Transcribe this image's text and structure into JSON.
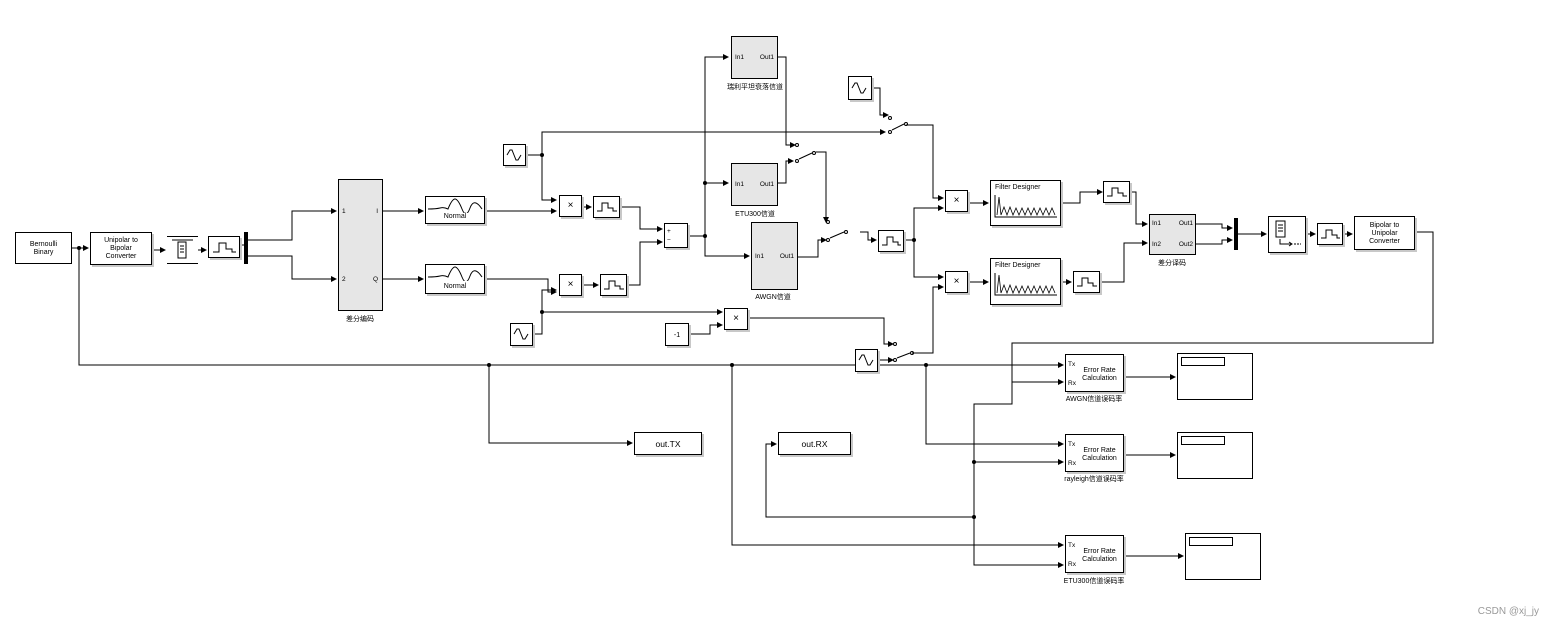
{
  "blocks": {
    "bernoulli": "Bernoulli\nBinary",
    "unipolar_to_bipolar": "Unipolar to\nBipolar\nConverter",
    "diff_encode": {
      "caption": "差分编码",
      "port_in1": "1",
      "port_in2": "2",
      "port_out1": "I",
      "port_out2": "Q"
    },
    "normal_top": "Normal",
    "normal_bottom": "Normal",
    "rayleigh": {
      "caption": "瑞利平坦衰落信道",
      "in": "In1",
      "out": "Out1"
    },
    "etu300": {
      "caption": "ETU300信道",
      "in": "In1",
      "out": "Out1"
    },
    "awgn": {
      "caption": "AWGN信道",
      "in": "In1",
      "out": "Out1"
    },
    "const_neg1": "-1",
    "filter_top": "Filter Designer",
    "filter_bottom": "Filter Designer",
    "diff_decode": {
      "caption": "差分译码",
      "in1": "In1",
      "in2": "In2",
      "out1": "Out1",
      "out2": "Out2"
    },
    "bipolar_to_unipolar": "Bipolar to\nUnipolar\nConverter",
    "out_tx": "out.TX",
    "out_rx": "out.RX",
    "err_awgn": {
      "title": "Error Rate\nCalculation",
      "tx": "Tx",
      "rx": "Rx",
      "caption": "AWGN信道误码率"
    },
    "err_rayleigh": {
      "title": "Error Rate\nCalculation",
      "tx": "Tx",
      "rx": "Rx",
      "caption": "rayleigh信道误码率"
    },
    "err_etu": {
      "title": "Error Rate\nCalculation",
      "tx": "Tx",
      "rx": "Rx",
      "caption": "ETU300信道误码率"
    },
    "product_symbol": "×"
  },
  "watermark": "CSDN @xj_jy"
}
